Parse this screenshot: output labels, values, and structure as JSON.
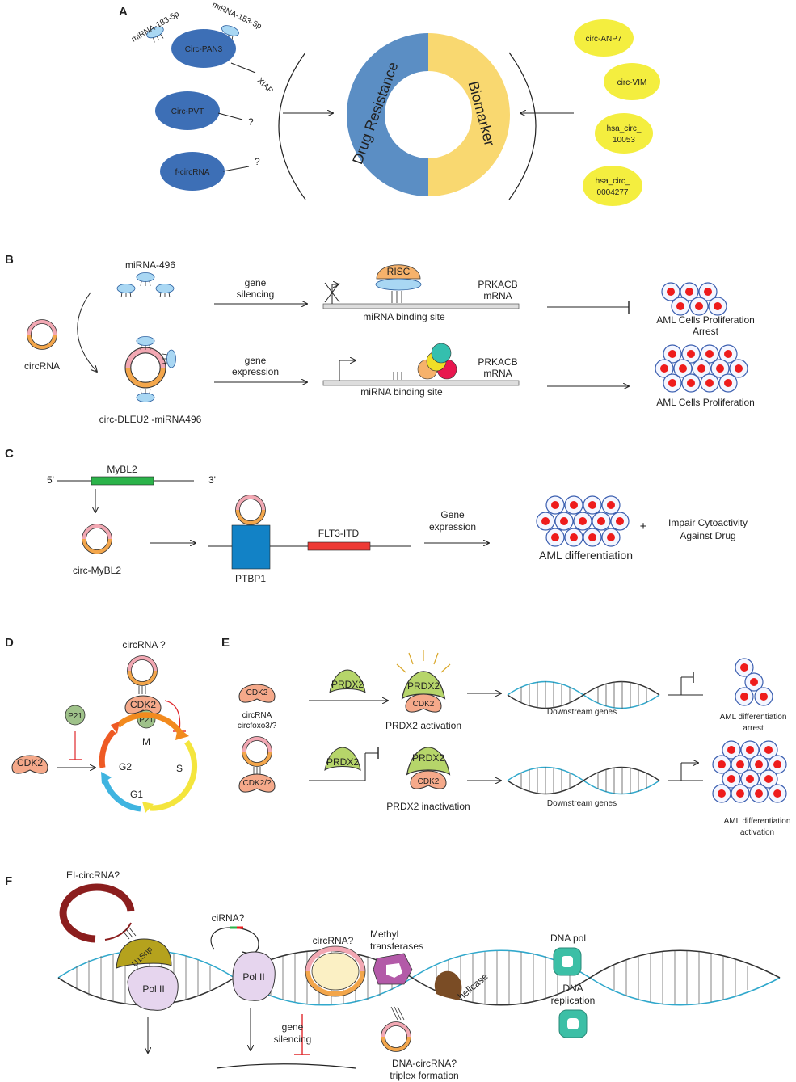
{
  "panels": {
    "A": {
      "label": "A",
      "mirna_left": "miRNA-183-5p",
      "mirna_right": "miRNA-153-5p",
      "circ_pan3": "Circ-PAN3",
      "xiap": "XIAP",
      "circ_pvt": "Circ-PVT",
      "f_circrna": "f-circRNA",
      "question": "?",
      "ring_left": "Drug Resistance",
      "ring_right": "Biomarker",
      "biomarkers": [
        "circ-ANP7",
        "circ-VIM",
        "hsa_circ_",
        "10053",
        "hsa_circ_",
        "0004277"
      ],
      "colors": {
        "blue": "#3d6fb6",
        "ring_blue": "#5b8ec4",
        "ring_yellow": "#f9d870",
        "yellow": "#f4ee3f"
      }
    },
    "B": {
      "label": "B",
      "mirna": "miRNA-496",
      "silencing_1": "gene",
      "silencing_2": "silencing",
      "expression_1": "gene",
      "expression_2": "expression",
      "risc": "RISC",
      "prkacb_1": "PRKACB",
      "prkacb_2": "mRNA",
      "binding_site": "miRNA binding site",
      "circrna": "circRNA",
      "complex": "circ-DLEU2 -miRNA496",
      "arrest_1": "AML Cells Proliferation",
      "arrest_2": "Arrest",
      "proliferation": "AML Cells Proliferation"
    },
    "C": {
      "label": "C",
      "five": "5'",
      "three": "3'",
      "mybl2": "MyBL2",
      "circ_mybl2": "circ-MyBL2",
      "ptbp1": "PTBP1",
      "flt3": "FLT3-ITD",
      "gene_expr_1": "Gene",
      "gene_expr_2": "expression",
      "aml_diff": "AML differentiation",
      "plus": "+",
      "impair_1": "Impair Cytoactivity",
      "impair_2": "Against Drug"
    },
    "D": {
      "label": "D",
      "circrna_q": "circRNA ?",
      "cdk2": "CDK2",
      "p21": "P21",
      "phases": [
        "M",
        "S",
        "G1",
        "G2"
      ]
    },
    "E": {
      "label": "E",
      "cdk2": "CDK2",
      "prdx2": "PRDX2",
      "circrna_line1": "circRNA",
      "circrna_line2": "circfoxo3/?",
      "cdk2_q": "CDK2/?",
      "activation": "PRDX2 activation",
      "inactivation": "PRDX2 inactivation",
      "downstream": "Downstream genes",
      "arrest_1": "AML differentiation",
      "arrest_2": "arrest",
      "act_1": "AML differentiation",
      "act_2": "activation"
    },
    "F": {
      "label": "F",
      "ei_circrna": "EI-circRNA?",
      "u1snp": "U1Snp",
      "pol2": "Pol II",
      "cirna": "ciRNA?",
      "circrna_q": "circRNA?",
      "methyl_1": "Methyl",
      "methyl_2": "transferases",
      "helicase": "helicase",
      "dna_pol": "DNA pol",
      "dna_rep_1": "DNA",
      "dna_rep_2": "replication",
      "silencing_1": "gene",
      "silencing_2": "silencing",
      "triplex_1": "DNA-circRNA?",
      "triplex_2": "triplex formation"
    }
  }
}
